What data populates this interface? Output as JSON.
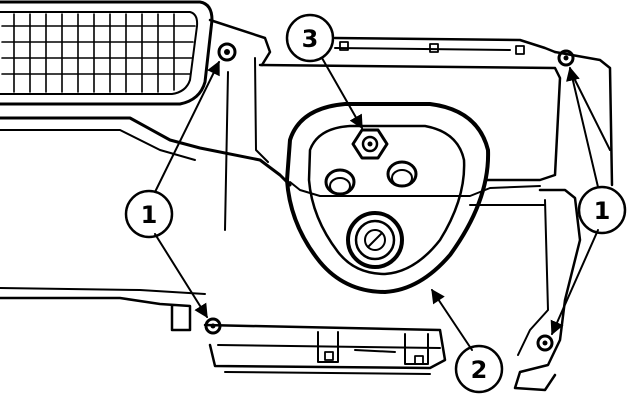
{
  "diagram": {
    "ink_color": "#000000",
    "background_color": "#ffffff",
    "callouts": [
      {
        "id": "c1-left",
        "label": "1"
      },
      {
        "id": "c1-right",
        "label": "1"
      },
      {
        "id": "c2",
        "label": "2"
      },
      {
        "id": "c3",
        "label": "3"
      }
    ]
  }
}
